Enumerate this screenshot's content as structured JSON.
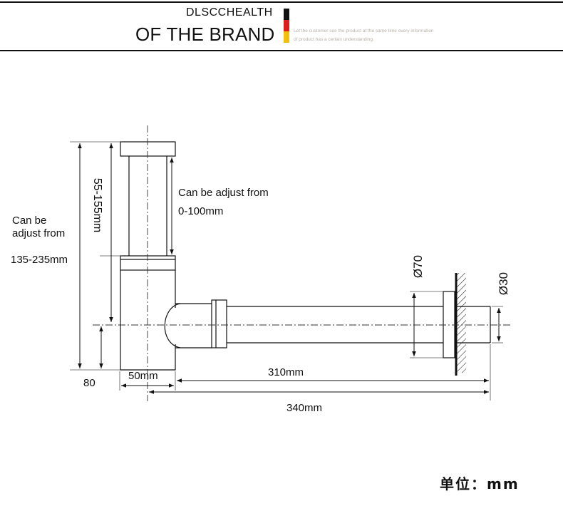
{
  "header": {
    "brand_small": "DLSCCHEALTH",
    "brand_big": "OF THE BRAND",
    "tagline_line1": "Let the customer see the product at the same time every information",
    "tagline_line2": "of product has a certain understanding.",
    "flag_colors": [
      "#111111",
      "#dd1c1c",
      "#f2c00a"
    ]
  },
  "diagram": {
    "label_adjust_top_line1": "Can be adjust from",
    "label_adjust_top_line2": "0-100mm",
    "label_adjust_left_line1": "Can be",
    "label_adjust_left_line2": "adjust from",
    "label_total_height": "135-235mm",
    "label_body_height": "55-155mm",
    "label_outlet_height": "80",
    "label_body_width": "50mm",
    "label_pipe_length": "310mm",
    "label_total_length": "340mm",
    "label_flange_dia": "Ø70",
    "label_pipe_dia": "Ø30"
  },
  "footer": {
    "unit_label": "单位：mm"
  }
}
